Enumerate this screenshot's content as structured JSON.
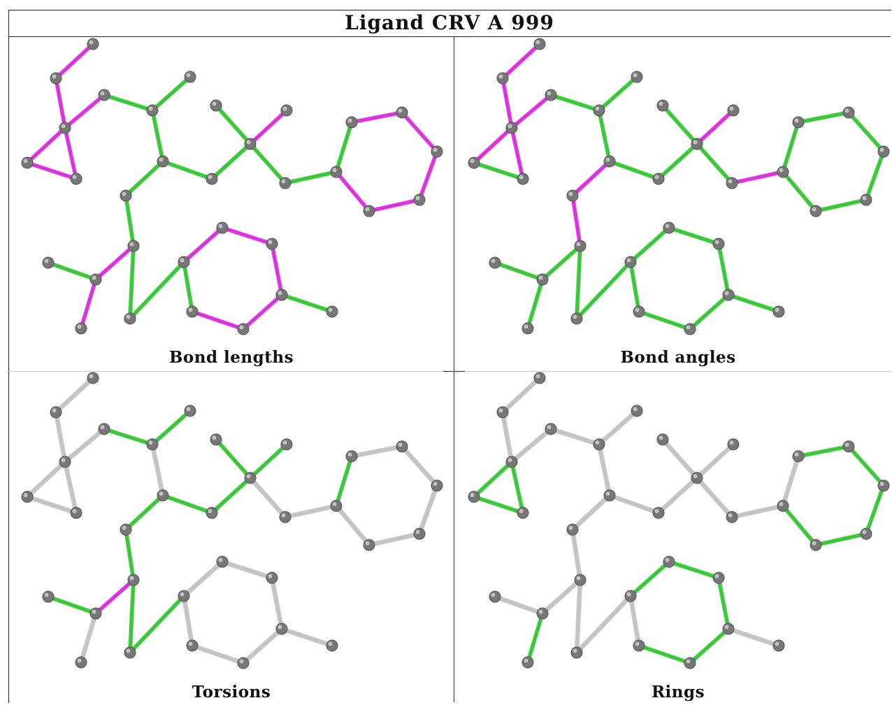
{
  "title": "Ligand CRV A 999",
  "colors": {
    "magenta": "#e22ee2",
    "green": "#33cc33",
    "gray": "#c4c4c4",
    "atom": "#777777"
  },
  "panels": [
    {
      "id": "bond-lengths",
      "caption": "Bond lengths",
      "bondColors": [
        "m",
        "m",
        "m",
        "m",
        "m",
        "m",
        "g",
        "g",
        "g",
        "g",
        "g",
        "g",
        "m",
        "g",
        "g",
        "g",
        "g",
        "g",
        "g",
        "m",
        "g",
        "m",
        "m",
        "m",
        "m",
        "m",
        "m",
        "g",
        "g",
        "g",
        "m",
        "m",
        "m",
        "m",
        "m",
        "m",
        "g"
      ]
    },
    {
      "id": "bond-angles",
      "caption": "Bond angles",
      "bondColors": [
        "m",
        "m",
        "m",
        "g",
        "m",
        "m",
        "g",
        "g",
        "g",
        "g",
        "g",
        "g",
        "m",
        "g",
        "m",
        "m",
        "m",
        "g",
        "g",
        "g",
        "g",
        "g",
        "g",
        "g",
        "g",
        "g",
        "g",
        "g",
        "g",
        "g",
        "g",
        "g",
        "g",
        "g",
        "g",
        "g",
        "g"
      ]
    },
    {
      "id": "torsions",
      "caption": "Torsions",
      "bondColors": [
        "y",
        "y",
        "y",
        "y",
        "y",
        "y",
        "g",
        "g",
        "y",
        "g",
        "g",
        "g",
        "g",
        "y",
        "y",
        "g",
        "g",
        "g",
        "g",
        "m",
        "g",
        "y",
        "y",
        "y",
        "y",
        "y",
        "y",
        "y",
        "y",
        "g",
        "y",
        "y",
        "y",
        "y",
        "y",
        "y",
        "y"
      ]
    },
    {
      "id": "rings",
      "caption": "Rings",
      "bondColors": [
        "y",
        "y",
        "g",
        "g",
        "g",
        "y",
        "y",
        "y",
        "y",
        "y",
        "y",
        "y",
        "y",
        "y",
        "y",
        "y",
        "y",
        "y",
        "y",
        "y",
        "y",
        "g",
        "g",
        "g",
        "g",
        "g",
        "g",
        "y",
        "y",
        "y",
        "g",
        "g",
        "g",
        "g",
        "g",
        "g",
        "y"
      ]
    }
  ]
}
